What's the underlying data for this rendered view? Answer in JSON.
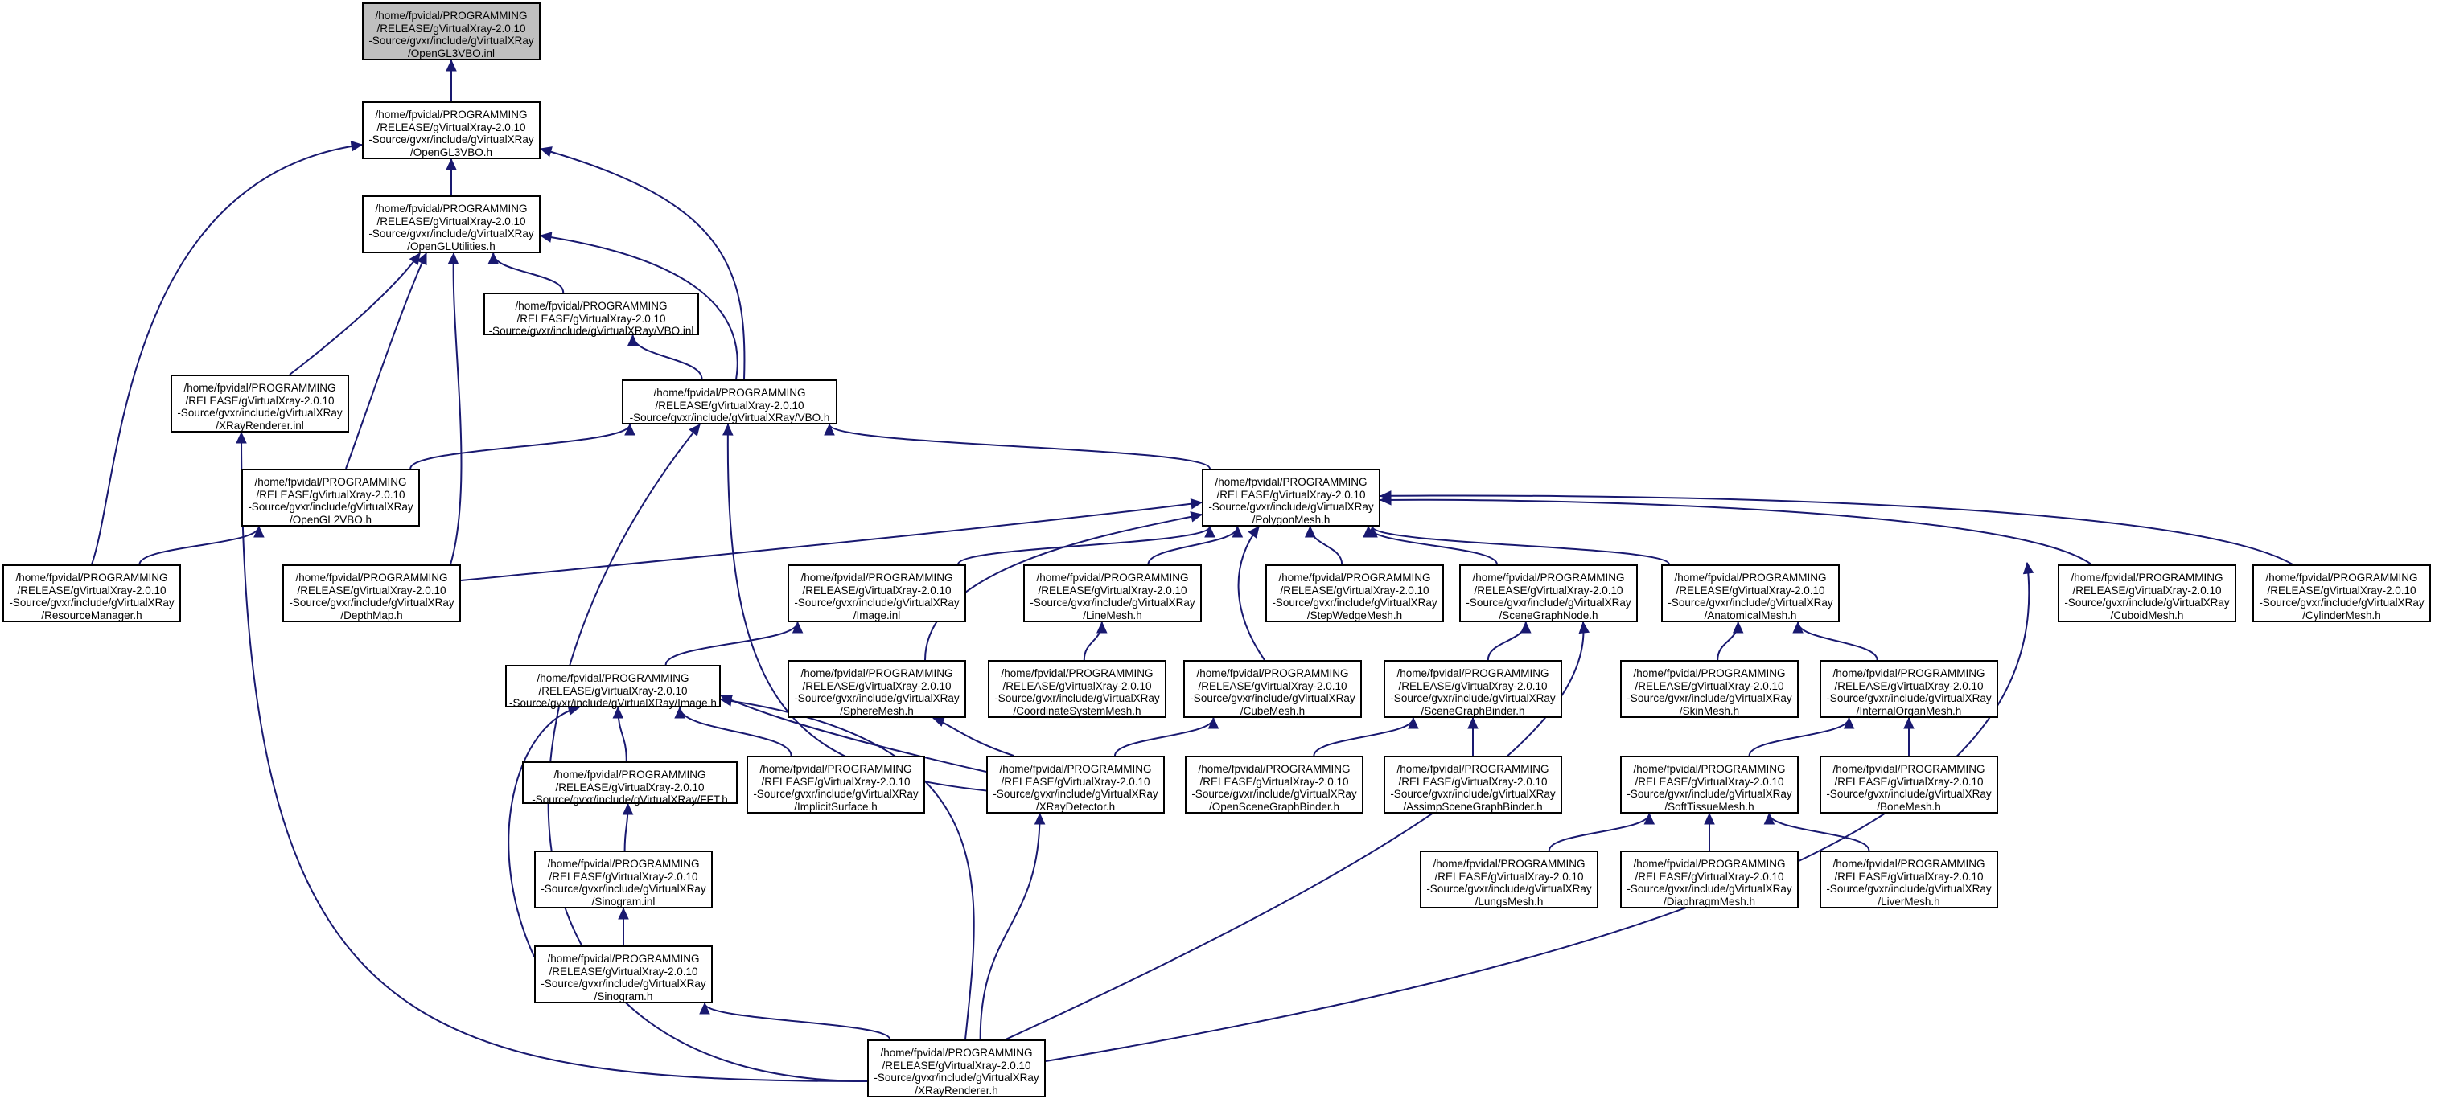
{
  "graph": {
    "edge_color": "#191970",
    "root_fill": "#bfbfbf",
    "nodes": [
      {
        "id": "opengl3vbo_inl",
        "root": true,
        "lines": [
          "/home/fpvidal/PROGRAMMING",
          "/RELEASE/gVirtualXray-2.0.10",
          "-Source/gvxr/include/gVirtualXRay",
          "/OpenGL3VBO.inl"
        ]
      },
      {
        "id": "opengl3vbo_h",
        "lines": [
          "/home/fpvidal/PROGRAMMING",
          "/RELEASE/gVirtualXray-2.0.10",
          "-Source/gvxr/include/gVirtualXRay",
          "/OpenGL3VBO.h"
        ]
      },
      {
        "id": "openglutilities_h",
        "lines": [
          "/home/fpvidal/PROGRAMMING",
          "/RELEASE/gVirtualXray-2.0.10",
          "-Source/gvxr/include/gVirtualXRay",
          "/OpenGLUtilities.h"
        ]
      },
      {
        "id": "vbo_inl",
        "lines": [
          "/home/fpvidal/PROGRAMMING",
          "/RELEASE/gVirtualXray-2.0.10",
          "-Source/gvxr/include/gVirtualXRay/VBO.inl"
        ]
      },
      {
        "id": "xrayrenderer_inl",
        "lines": [
          "/home/fpvidal/PROGRAMMING",
          "/RELEASE/gVirtualXray-2.0.10",
          "-Source/gvxr/include/gVirtualXRay",
          "/XRayRenderer.inl"
        ]
      },
      {
        "id": "vbo_h",
        "lines": [
          "/home/fpvidal/PROGRAMMING",
          "/RELEASE/gVirtualXray-2.0.10",
          "-Source/gvxr/include/gVirtualXRay/VBO.h"
        ]
      },
      {
        "id": "opengl2vbo_h",
        "lines": [
          "/home/fpvidal/PROGRAMMING",
          "/RELEASE/gVirtualXray-2.0.10",
          "-Source/gvxr/include/gVirtualXRay",
          "/OpenGL2VBO.h"
        ]
      },
      {
        "id": "polygonmesh_h",
        "lines": [
          "/home/fpvidal/PROGRAMMING",
          "/RELEASE/gVirtualXray-2.0.10",
          "-Source/gvxr/include/gVirtualXRay",
          "/PolygonMesh.h"
        ]
      },
      {
        "id": "resourcemanager_h",
        "lines": [
          "/home/fpvidal/PROGRAMMING",
          "/RELEASE/gVirtualXray-2.0.10",
          "-Source/gvxr/include/gVirtualXRay",
          "/ResourceManager.h"
        ]
      },
      {
        "id": "depthmap_h",
        "lines": [
          "/home/fpvidal/PROGRAMMING",
          "/RELEASE/gVirtualXray-2.0.10",
          "-Source/gvxr/include/gVirtualXRay",
          "/DepthMap.h"
        ]
      },
      {
        "id": "image_inl",
        "lines": [
          "/home/fpvidal/PROGRAMMING",
          "/RELEASE/gVirtualXray-2.0.10",
          "-Source/gvxr/include/gVirtualXRay",
          "/Image.inl"
        ]
      },
      {
        "id": "linemesh_h",
        "lines": [
          "/home/fpvidal/PROGRAMMING",
          "/RELEASE/gVirtualXray-2.0.10",
          "-Source/gvxr/include/gVirtualXRay",
          "/LineMesh.h"
        ]
      },
      {
        "id": "stepwedgemesh_h",
        "lines": [
          "/home/fpvidal/PROGRAMMING",
          "/RELEASE/gVirtualXray-2.0.10",
          "-Source/gvxr/include/gVirtualXRay",
          "/StepWedgeMesh.h"
        ]
      },
      {
        "id": "scenegraphnode_h",
        "lines": [
          "/home/fpvidal/PROGRAMMING",
          "/RELEASE/gVirtualXray-2.0.10",
          "-Source/gvxr/include/gVirtualXRay",
          "/SceneGraphNode.h"
        ]
      },
      {
        "id": "anatomicalmesh_h",
        "lines": [
          "/home/fpvidal/PROGRAMMING",
          "/RELEASE/gVirtualXray-2.0.10",
          "-Source/gvxr/include/gVirtualXRay",
          "/AnatomicalMesh.h"
        ]
      },
      {
        "id": "cuboidmesh_h",
        "lines": [
          "/home/fpvidal/PROGRAMMING",
          "/RELEASE/gVirtualXray-2.0.10",
          "-Source/gvxr/include/gVirtualXRay",
          "/CuboidMesh.h"
        ]
      },
      {
        "id": "cylindermesh_h",
        "lines": [
          "/home/fpvidal/PROGRAMMING",
          "/RELEASE/gVirtualXray-2.0.10",
          "-Source/gvxr/include/gVirtualXRay",
          "/CylinderMesh.h"
        ]
      },
      {
        "id": "image_h",
        "lines": [
          "/home/fpvidal/PROGRAMMING",
          "/RELEASE/gVirtualXray-2.0.10",
          "-Source/gvxr/include/gVirtualXRay/Image.h"
        ]
      },
      {
        "id": "spheremesh_h",
        "lines": [
          "/home/fpvidal/PROGRAMMING",
          "/RELEASE/gVirtualXray-2.0.10",
          "-Source/gvxr/include/gVirtualXRay",
          "/SphereMesh.h"
        ]
      },
      {
        "id": "coordinatesystemmesh_h",
        "lines": [
          "/home/fpvidal/PROGRAMMING",
          "/RELEASE/gVirtualXray-2.0.10",
          "-Source/gvxr/include/gVirtualXRay",
          "/CoordinateSystemMesh.h"
        ]
      },
      {
        "id": "cubemesh_h",
        "lines": [
          "/home/fpvidal/PROGRAMMING",
          "/RELEASE/gVirtualXray-2.0.10",
          "-Source/gvxr/include/gVirtualXRay",
          "/CubeMesh.h"
        ]
      },
      {
        "id": "scenegraphbinder_h",
        "lines": [
          "/home/fpvidal/PROGRAMMING",
          "/RELEASE/gVirtualXray-2.0.10",
          "-Source/gvxr/include/gVirtualXRay",
          "/SceneGraphBinder.h"
        ]
      },
      {
        "id": "skinmesh_h",
        "lines": [
          "/home/fpvidal/PROGRAMMING",
          "/RELEASE/gVirtualXray-2.0.10",
          "-Source/gvxr/include/gVirtualXRay",
          "/SkinMesh.h"
        ]
      },
      {
        "id": "internalorganmesh_h",
        "lines": [
          "/home/fpvidal/PROGRAMMING",
          "/RELEASE/gVirtualXray-2.0.10",
          "-Source/gvxr/include/gVirtualXRay",
          "/InternalOrganMesh.h"
        ]
      },
      {
        "id": "fft_h",
        "lines": [
          "/home/fpvidal/PROGRAMMING",
          "/RELEASE/gVirtualXray-2.0.10",
          "-Source/gvxr/include/gVirtualXRay/FFT.h"
        ]
      },
      {
        "id": "implicitsurface_h",
        "lines": [
          "/home/fpvidal/PROGRAMMING",
          "/RELEASE/gVirtualXray-2.0.10",
          "-Source/gvxr/include/gVirtualXRay",
          "/ImplicitSurface.h"
        ]
      },
      {
        "id": "xraydetector_h",
        "lines": [
          "/home/fpvidal/PROGRAMMING",
          "/RELEASE/gVirtualXray-2.0.10",
          "-Source/gvxr/include/gVirtualXRay",
          "/XRayDetector.h"
        ]
      },
      {
        "id": "openscenegraphbinder_h",
        "lines": [
          "/home/fpvidal/PROGRAMMING",
          "/RELEASE/gVirtualXray-2.0.10",
          "-Source/gvxr/include/gVirtualXRay",
          "/OpenSceneGraphBinder.h"
        ]
      },
      {
        "id": "assimpscenegraphbinder_h",
        "lines": [
          "/home/fpvidal/PROGRAMMING",
          "/RELEASE/gVirtualXray-2.0.10",
          "-Source/gvxr/include/gVirtualXRay",
          "/AssimpSceneGraphBinder.h"
        ]
      },
      {
        "id": "softtissuemesh_h",
        "lines": [
          "/home/fpvidal/PROGRAMMING",
          "/RELEASE/gVirtualXray-2.0.10",
          "-Source/gvxr/include/gVirtualXRay",
          "/SoftTissueMesh.h"
        ]
      },
      {
        "id": "bonemesh_h",
        "lines": [
          "/home/fpvidal/PROGRAMMING",
          "/RELEASE/gVirtualXray-2.0.10",
          "-Source/gvxr/include/gVirtualXRay",
          "/BoneMesh.h"
        ]
      },
      {
        "id": "sinogram_inl",
        "lines": [
          "/home/fpvidal/PROGRAMMING",
          "/RELEASE/gVirtualXray-2.0.10",
          "-Source/gvxr/include/gVirtualXRay",
          "/Sinogram.inl"
        ]
      },
      {
        "id": "lungsmesh_h",
        "lines": [
          "/home/fpvidal/PROGRAMMING",
          "/RELEASE/gVirtualXray-2.0.10",
          "-Source/gvxr/include/gVirtualXRay",
          "/LungsMesh.h"
        ]
      },
      {
        "id": "diaphragmmesh_h",
        "lines": [
          "/home/fpvidal/PROGRAMMING",
          "/RELEASE/gVirtualXray-2.0.10",
          "-Source/gvxr/include/gVirtualXRay",
          "/DiaphragmMesh.h"
        ]
      },
      {
        "id": "livermesh_h",
        "lines": [
          "/home/fpvidal/PROGRAMMING",
          "/RELEASE/gVirtualXray-2.0.10",
          "-Source/gvxr/include/gVirtualXRay",
          "/LiverMesh.h"
        ]
      },
      {
        "id": "sinogram_h",
        "lines": [
          "/home/fpvidal/PROGRAMMING",
          "/RELEASE/gVirtualXray-2.0.10",
          "-Source/gvxr/include/gVirtualXRay",
          "/Sinogram.h"
        ]
      },
      {
        "id": "xrayrenderer_h",
        "lines": [
          "/home/fpvidal/PROGRAMMING",
          "/RELEASE/gVirtualXray-2.0.10",
          "-Source/gvxr/include/gVirtualXRay",
          "/XRayRenderer.h"
        ]
      }
    ],
    "edges": [
      {
        "from": "opengl3vbo_h",
        "to": "opengl3vbo_inl"
      },
      {
        "from": "openglutilities_h",
        "to": "opengl3vbo_h"
      },
      {
        "from": "vbo_h",
        "to": "opengl3vbo_h"
      },
      {
        "from": "resourcemanager_h",
        "to": "opengl3vbo_h"
      },
      {
        "from": "vbo_inl",
        "to": "openglutilities_h"
      },
      {
        "from": "vbo_h",
        "to": "openglutilities_h"
      },
      {
        "from": "xrayrenderer_inl",
        "to": "openglutilities_h"
      },
      {
        "from": "opengl2vbo_h",
        "to": "openglutilities_h"
      },
      {
        "from": "depthmap_h",
        "to": "openglutilities_h"
      },
      {
        "from": "vbo_h",
        "to": "vbo_inl"
      },
      {
        "from": "opengl2vbo_h",
        "to": "vbo_h"
      },
      {
        "from": "polygonmesh_h",
        "to": "vbo_h"
      },
      {
        "from": "xraydetector_h",
        "to": "vbo_h"
      },
      {
        "from": "xrayrenderer_h",
        "to": "vbo_h"
      },
      {
        "from": "xrayrenderer_h",
        "to": "xrayrenderer_inl"
      },
      {
        "from": "resourcemanager_h",
        "to": "opengl2vbo_h"
      },
      {
        "from": "depthmap_h",
        "to": "polygonmesh_h"
      },
      {
        "from": "image_inl",
        "to": "polygonmesh_h"
      },
      {
        "from": "spheremesh_h",
        "to": "polygonmesh_h"
      },
      {
        "from": "linemesh_h",
        "to": "polygonmesh_h"
      },
      {
        "from": "cubemesh_h",
        "to": "polygonmesh_h"
      },
      {
        "from": "stepwedgemesh_h",
        "to": "polygonmesh_h"
      },
      {
        "from": "scenegraphnode_h",
        "to": "polygonmesh_h"
      },
      {
        "from": "anatomicalmesh_h",
        "to": "polygonmesh_h"
      },
      {
        "from": "cuboidmesh_h",
        "to": "polygonmesh_h"
      },
      {
        "from": "cylindermesh_h",
        "to": "polygonmesh_h"
      },
      {
        "from": "xrayrenderer_h",
        "to": "polygonmesh_h"
      },
      {
        "from": "image_h",
        "to": "image_inl"
      },
      {
        "from": "coordinatesystemmesh_h",
        "to": "linemesh_h"
      },
      {
        "from": "scenegraphbinder_h",
        "to": "scenegraphnode_h"
      },
      {
        "from": "xrayrenderer_h",
        "to": "scenegraphnode_h"
      },
      {
        "from": "skinmesh_h",
        "to": "anatomicalmesh_h"
      },
      {
        "from": "internalorganmesh_h",
        "to": "anatomicalmesh_h"
      },
      {
        "from": "fft_h",
        "to": "image_h"
      },
      {
        "from": "implicitsurface_h",
        "to": "image_h"
      },
      {
        "from": "xraydetector_h",
        "to": "image_h"
      },
      {
        "from": "sinogram_h",
        "to": "image_h"
      },
      {
        "from": "xrayrenderer_h",
        "to": "image_h"
      },
      {
        "from": "xraydetector_h",
        "to": "spheremesh_h"
      },
      {
        "from": "xraydetector_h",
        "to": "cubemesh_h"
      },
      {
        "from": "openscenegraphbinder_h",
        "to": "scenegraphbinder_h"
      },
      {
        "from": "assimpscenegraphbinder_h",
        "to": "scenegraphbinder_h"
      },
      {
        "from": "softtissuemesh_h",
        "to": "internalorganmesh_h"
      },
      {
        "from": "bonemesh_h",
        "to": "internalorganmesh_h"
      },
      {
        "from": "sinogram_inl",
        "to": "fft_h"
      },
      {
        "from": "xrayrenderer_h",
        "to": "xraydetector_h"
      },
      {
        "from": "lungsmesh_h",
        "to": "softtissuemesh_h"
      },
      {
        "from": "diaphragmmesh_h",
        "to": "softtissuemesh_h"
      },
      {
        "from": "livermesh_h",
        "to": "softtissuemesh_h"
      },
      {
        "from": "sinogram_h",
        "to": "sinogram_inl"
      },
      {
        "from": "xrayrenderer_h",
        "to": "sinogram_h"
      }
    ]
  }
}
